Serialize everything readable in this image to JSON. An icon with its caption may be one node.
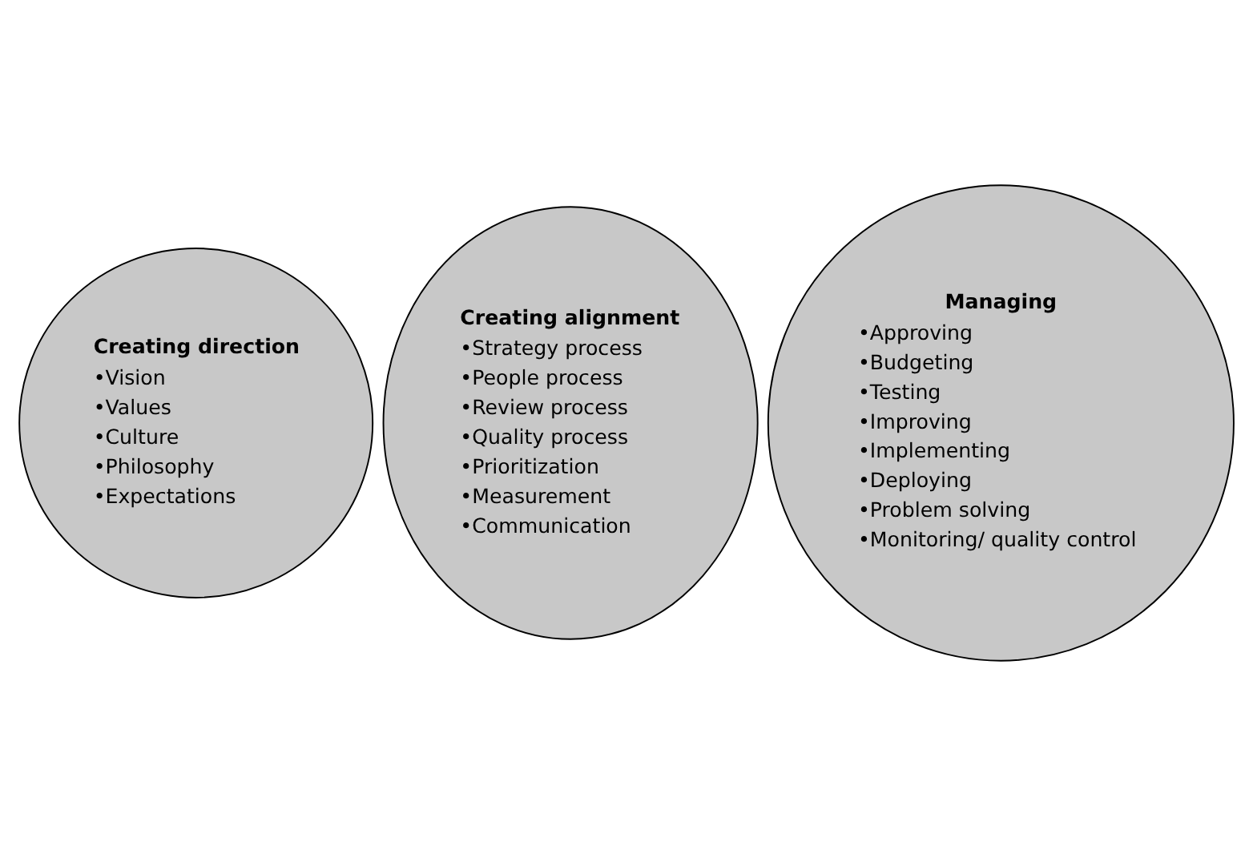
{
  "diagram": {
    "nodes": [
      {
        "text": [
          "Creating direction",
          "•Vision",
          "•Values",
          "•Culture",
          "•Philosophy",
          "•Expectations"
        ]
      },
      {
        "text": [
          "Creating alignment",
          "•Strategy process",
          "•People process",
          "•Review process",
          "•Quality process",
          "•Prioritization",
          "•Measurement",
          "•Communication"
        ]
      },
      {
        "text": [
          "Managing",
          "•Approving",
          "•Budgeting",
          "•Testing",
          "•Improving",
          "•Implementing",
          "•Deploying",
          "•Problem solving",
          "•Monitoring/ quality control"
        ]
      }
    ]
  }
}
